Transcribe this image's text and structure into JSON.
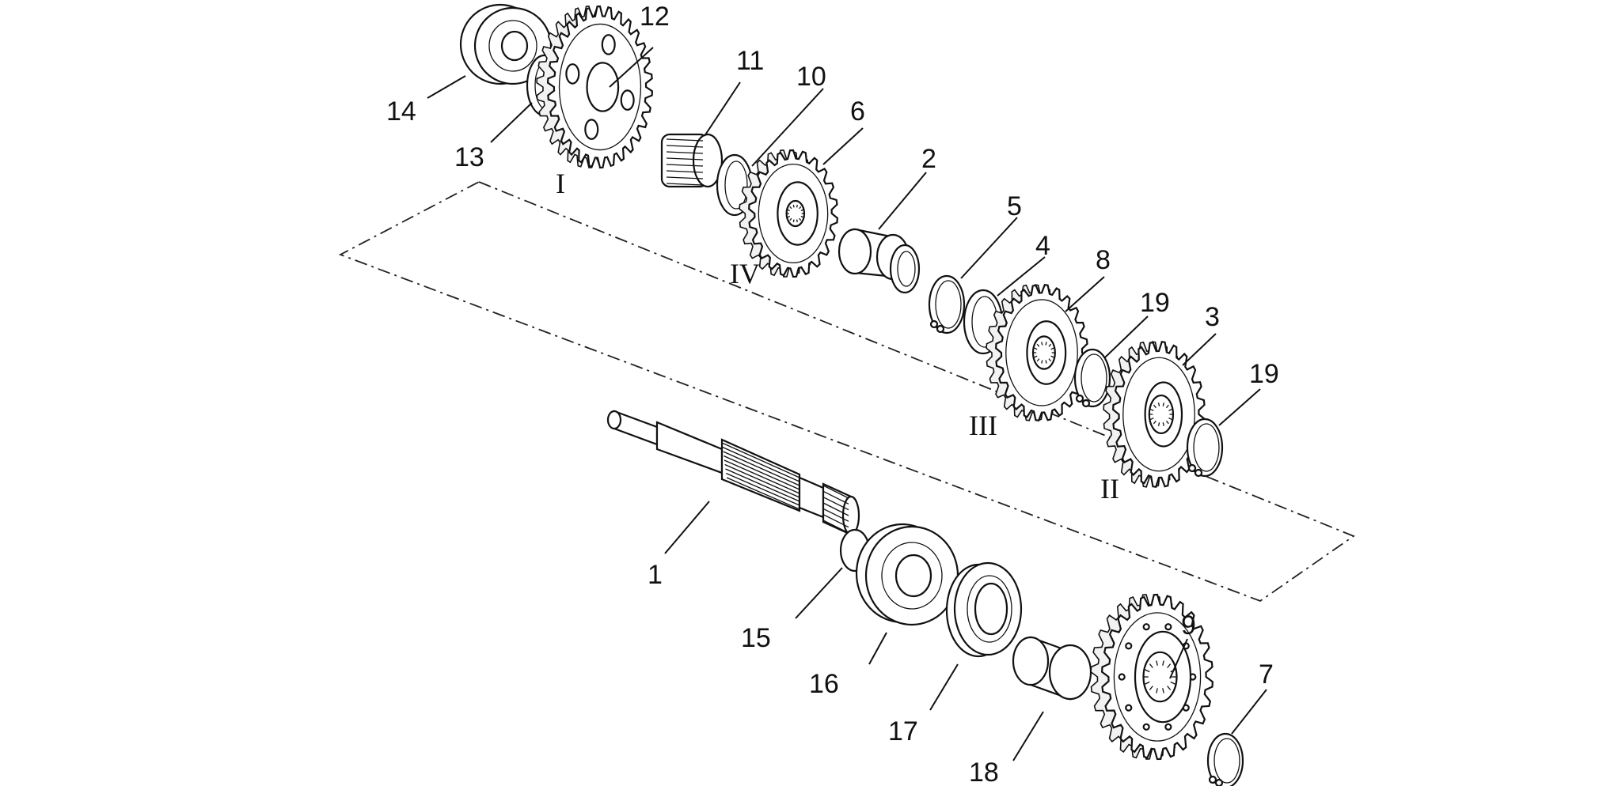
{
  "callouts": [
    {
      "id": "1",
      "text": "1"
    },
    {
      "id": "2",
      "text": "2"
    },
    {
      "id": "3",
      "text": "3"
    },
    {
      "id": "4",
      "text": "4"
    },
    {
      "id": "5",
      "text": "5"
    },
    {
      "id": "6",
      "text": "6"
    },
    {
      "id": "7",
      "text": "7"
    },
    {
      "id": "8",
      "text": "8"
    },
    {
      "id": "9",
      "text": "9"
    },
    {
      "id": "10",
      "text": "10"
    },
    {
      "id": "11",
      "text": "11"
    },
    {
      "id": "12",
      "text": "12"
    },
    {
      "id": "13",
      "text": "13"
    },
    {
      "id": "14",
      "text": "14"
    },
    {
      "id": "15",
      "text": "15"
    },
    {
      "id": "16",
      "text": "16"
    },
    {
      "id": "17",
      "text": "17"
    },
    {
      "id": "18",
      "text": "18"
    },
    {
      "id": "19a",
      "text": "19"
    },
    {
      "id": "19b",
      "text": "19"
    }
  ],
  "gear_labels": {
    "I": "I",
    "II": "II",
    "III": "III",
    "IV": "IV"
  }
}
